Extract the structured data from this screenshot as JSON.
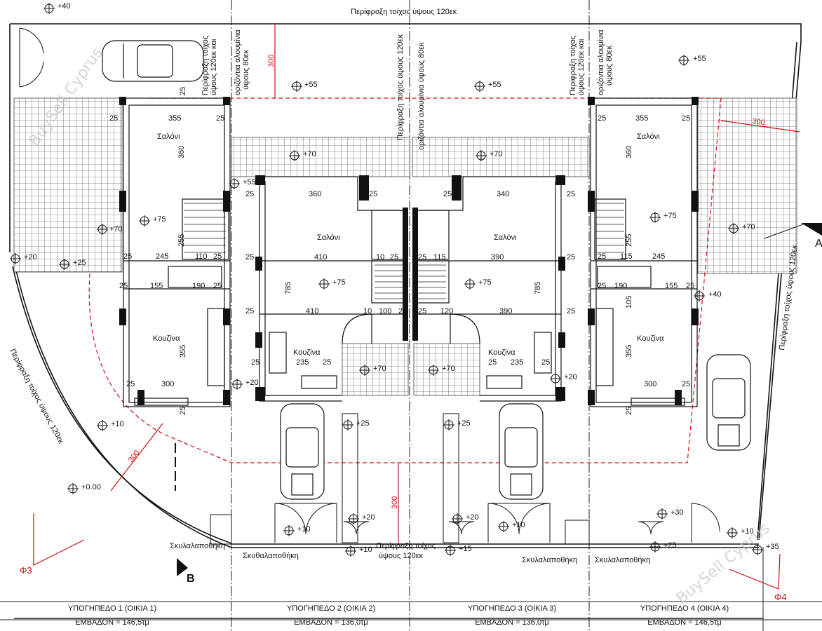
{
  "plan": {
    "wall_top": "Περίφραξη τοίχος ύψους 120εκ",
    "wall_mid_vertical": "Περίφραξη τοίχος ύψους 120εκ",
    "wall_mid_vertical_2": "οριζόντια αλουμίνια ύψους 80εκ",
    "wall_left_v1": "Περίφραξη τοίχος",
    "wall_left_v2": "ύψους 120εκ και",
    "wall_left_v3": "οριζόντια αλουμίνια",
    "wall_left_v4": "ύψους 80εκ",
    "wall_right_v1": "Περίφραξη τοίχος",
    "wall_right_v2": "ύψους 120εκ και",
    "wall_right_v3": "οριζόντια αλουμίνια",
    "wall_right_v4": "ύψους 80εκ",
    "wall_left_curve": "Περίφραξη τοίχος ύψους 120εκ",
    "wall_right_side": "Περίφραξη τοίχος ύψους 120εκ",
    "wall_bottom_1": "Περίφραξη τοίχος",
    "wall_bottom_2": "ύψους 120εκ",
    "dog_house": "Σκυλαλαποθήκη",
    "dog_house_2": "Σκυθαλαποθήκη",
    "room_living": "Σαλόνι",
    "room_kitchen": "Κουζίνα",
    "section_a": "A",
    "section_b": "B",
    "phi3": "Φ3",
    "phi4": "Φ4",
    "watermark": "BuySell Cyprus"
  },
  "levels": {
    "p40": "+40",
    "p55": "+55",
    "p70": "+70",
    "p75": "+75",
    "p20": "+20",
    "p25": "+25",
    "p10": "+10",
    "p000": "+0.00",
    "p30": "+30",
    "p15": "+15",
    "p35": "+35"
  },
  "dims": {
    "d355": "355",
    "d360": "360",
    "d25": "25",
    "d245": "245",
    "d255": "255",
    "d110": "110",
    "d155": "155",
    "d190": "190",
    "d10": "10",
    "d300": "300",
    "d410": "410",
    "d785": "785",
    "d100": "100",
    "d235": "235",
    "d340": "340",
    "d390": "390",
    "d115": "115",
    "d120": "120",
    "d105": "105"
  },
  "units": [
    {
      "name": "ΥΠΟΓΗΠΕΔΟ 1 (ΟΙΚΙΑ 1)",
      "area": "ΕΜΒΑΔΟΝ = 146,5τμ"
    },
    {
      "name": "ΥΠΟΓΗΠΕΔΟ 2 (ΟΙΚΙΑ 2)",
      "area": "ΕΜΒΑΔΟΝ = 136,0τμ"
    },
    {
      "name": "ΥΠΟΓΗΠΕΔΟ 3 (ΟΙΚΙΑ 3)",
      "area": "ΕΜΒΑΔΟΝ = 136,0τμ"
    },
    {
      "name": "ΥΠΟΓΗΠΕΔΟ 4 (ΟΙΚΙΑ 4)",
      "area": "ΕΜΒΑΔΟΝ = 146,5τμ"
    }
  ]
}
